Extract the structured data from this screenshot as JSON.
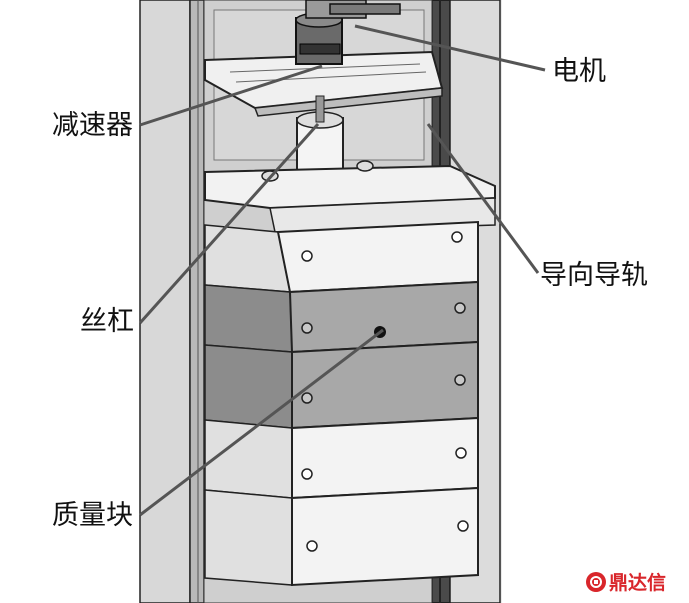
{
  "labels": {
    "motor": "电机",
    "reducer": "减速器",
    "guide_rail": "导向导轨",
    "lead_screw": "丝杠",
    "mass_block": "质量块"
  },
  "watermark": {
    "text": "鼎达信",
    "color": "#d9262b"
  }
}
